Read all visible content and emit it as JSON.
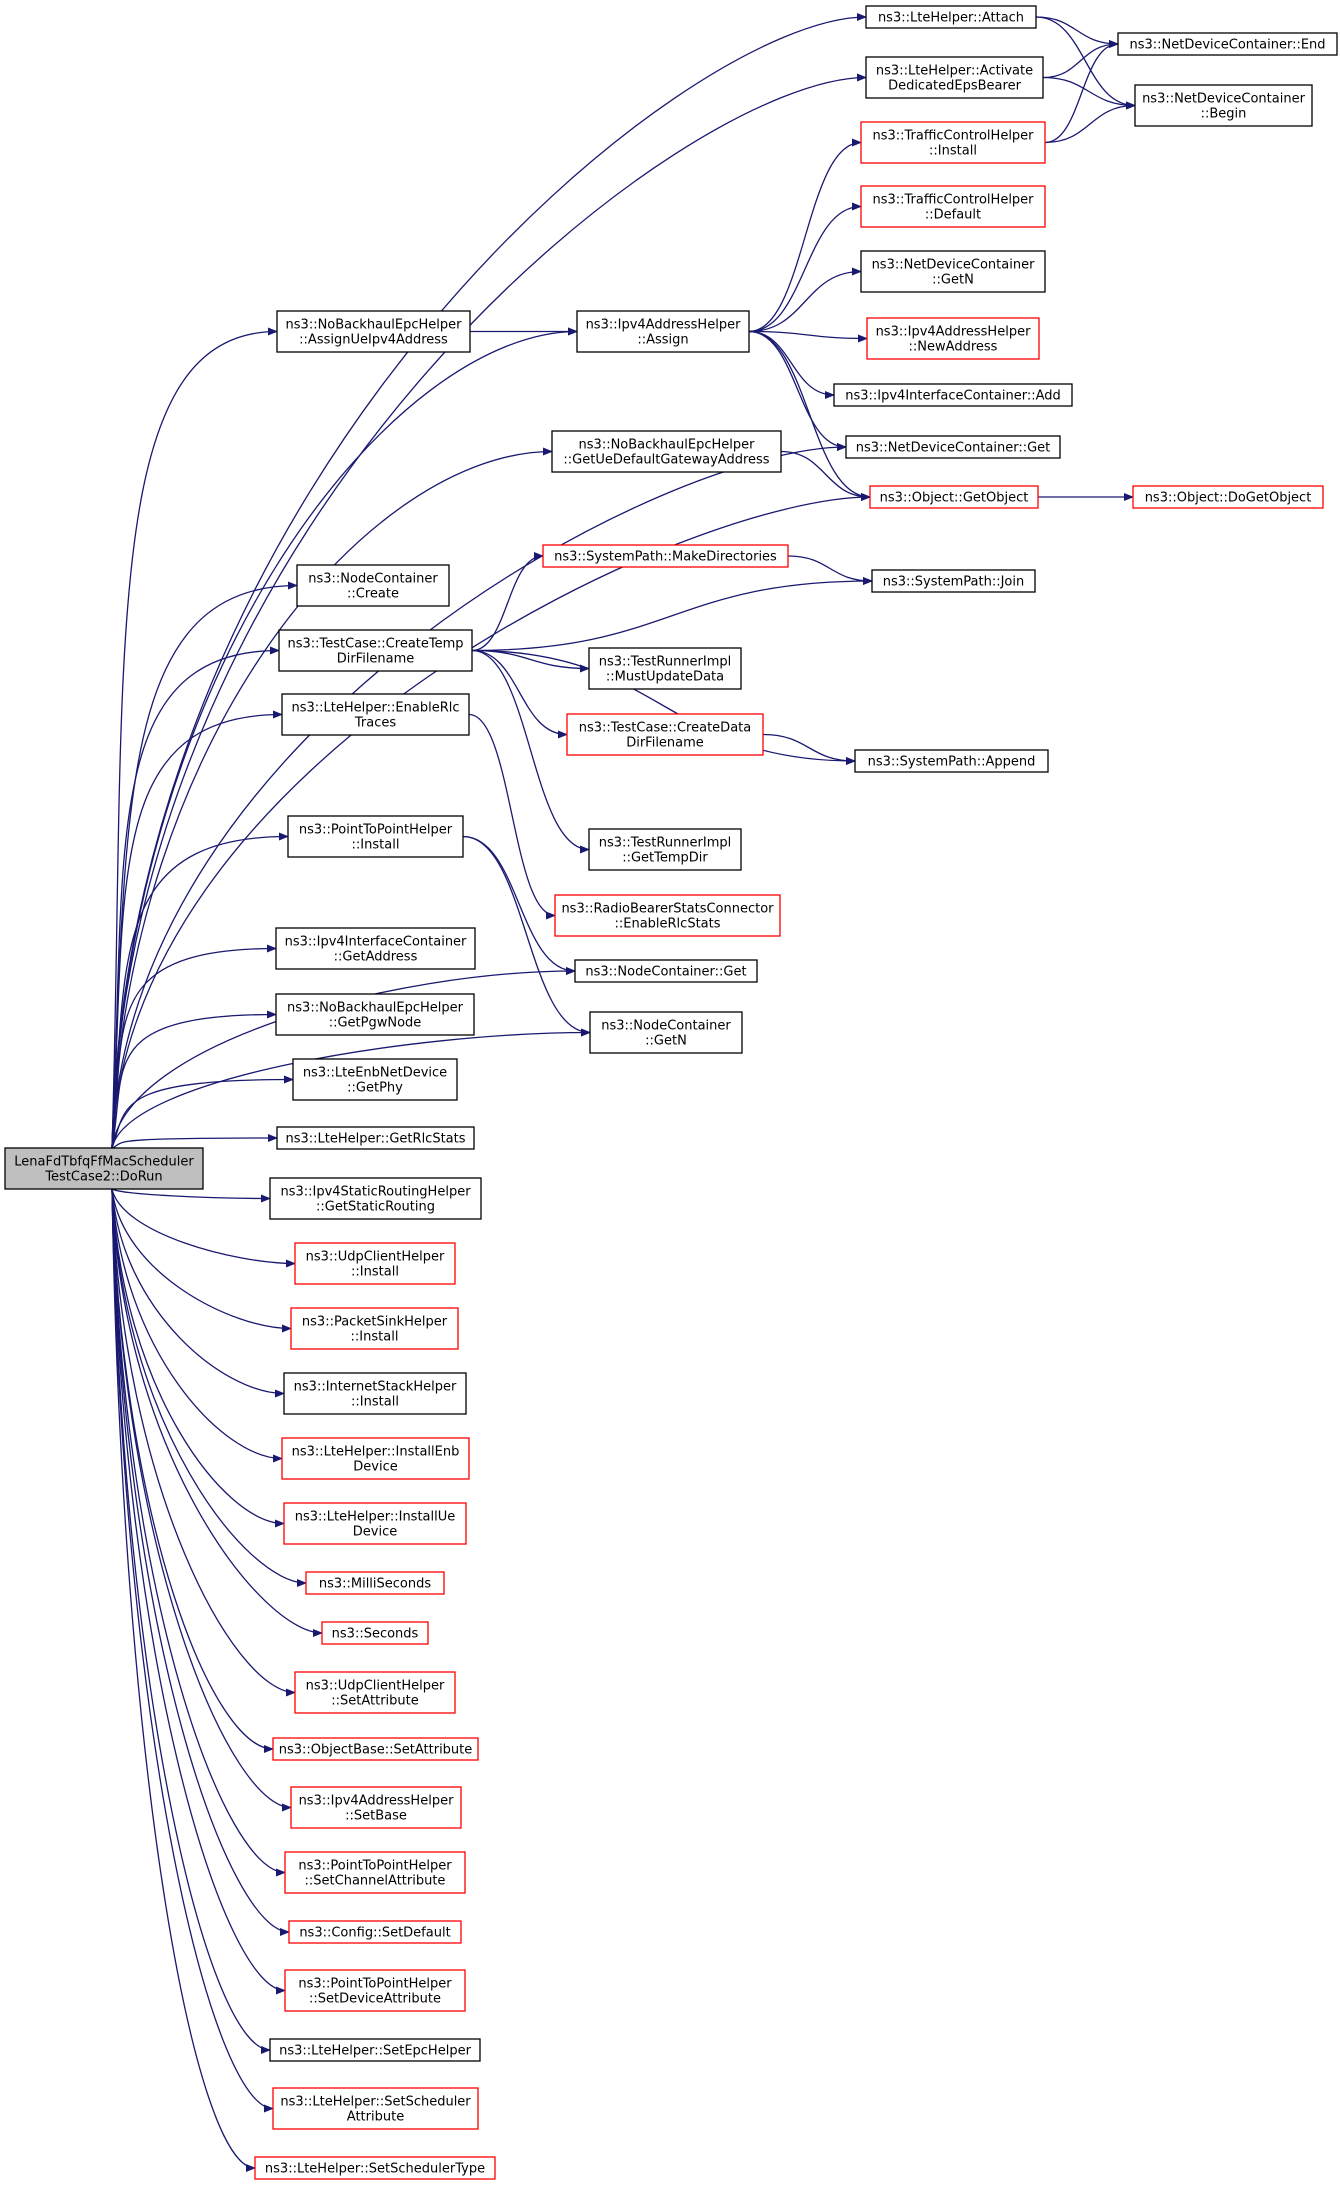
{
  "diagram": {
    "root": "n_root",
    "colors": {
      "edge": "#191970",
      "normal_border": "#000000",
      "linked_border": "#ff0000",
      "root_fill": "#bfbfbf"
    },
    "nodes": [
      {
        "id": "n_root",
        "lines": [
          "LenaFdTbfqFfMacScheduler",
          "TestCase2::DoRun"
        ],
        "style": "root"
      },
      {
        "id": "n_attach",
        "lines": [
          "ns3::LteHelper::Attach"
        ],
        "style": "normal"
      },
      {
        "id": "n_activate",
        "lines": [
          "ns3::LteHelper::Activate",
          "DedicatedEpsBearer"
        ],
        "style": "normal"
      },
      {
        "id": "n_assignue",
        "lines": [
          "ns3::NoBackhaulEpcHelper",
          "::AssignUeIpv4Address"
        ],
        "style": "normal"
      },
      {
        "id": "n_ipv4assign",
        "lines": [
          "ns3::Ipv4AddressHelper",
          "::Assign"
        ],
        "style": "normal"
      },
      {
        "id": "n_ndcend",
        "lines": [
          "ns3::NetDeviceContainer::End"
        ],
        "style": "normal"
      },
      {
        "id": "n_ndcbegin",
        "lines": [
          "ns3::NetDeviceContainer",
          "::Begin"
        ],
        "style": "normal"
      },
      {
        "id": "n_tchinstall",
        "lines": [
          "ns3::TrafficControlHelper",
          "::Install"
        ],
        "style": "red"
      },
      {
        "id": "n_tchdefault",
        "lines": [
          "ns3::TrafficControlHelper",
          "::Default"
        ],
        "style": "red"
      },
      {
        "id": "n_ndcgetn",
        "lines": [
          "ns3::NetDeviceContainer",
          "::GetN"
        ],
        "style": "normal"
      },
      {
        "id": "n_newaddress",
        "lines": [
          "ns3::Ipv4AddressHelper",
          "::NewAddress"
        ],
        "style": "red"
      },
      {
        "id": "n_iicadd",
        "lines": [
          "ns3::Ipv4InterfaceContainer::Add"
        ],
        "style": "normal"
      },
      {
        "id": "n_ndcget",
        "lines": [
          "ns3::NetDeviceContainer::Get"
        ],
        "style": "normal"
      },
      {
        "id": "n_getuegw",
        "lines": [
          "ns3::NoBackhaulEpcHelper",
          "::GetUeDefaultGatewayAddress"
        ],
        "style": "normal"
      },
      {
        "id": "n_getobject",
        "lines": [
          "ns3::Object::GetObject"
        ],
        "style": "red"
      },
      {
        "id": "n_dogetobject",
        "lines": [
          "ns3::Object::DoGetObject"
        ],
        "style": "red"
      },
      {
        "id": "n_nccreate",
        "lines": [
          "ns3::NodeContainer",
          "::Create"
        ],
        "style": "normal"
      },
      {
        "id": "n_createtemp",
        "lines": [
          "ns3::TestCase::CreateTemp",
          "DirFilename"
        ],
        "style": "normal"
      },
      {
        "id": "n_makedirs",
        "lines": [
          "ns3::SystemPath::MakeDirectories"
        ],
        "style": "red"
      },
      {
        "id": "n_join",
        "lines": [
          "ns3::SystemPath::Join"
        ],
        "style": "normal"
      },
      {
        "id": "n_mustupdate",
        "lines": [
          "ns3::TestRunnerImpl",
          "::MustUpdateData"
        ],
        "style": "normal"
      },
      {
        "id": "n_createdata",
        "lines": [
          "ns3::TestCase::CreateData",
          "DirFilename"
        ],
        "style": "red"
      },
      {
        "id": "n_append",
        "lines": [
          "ns3::SystemPath::Append"
        ],
        "style": "normal"
      },
      {
        "id": "n_gettempdir",
        "lines": [
          "ns3::TestRunnerImpl",
          "::GetTempDir"
        ],
        "style": "normal"
      },
      {
        "id": "n_enablerlc",
        "lines": [
          "ns3::LteHelper::EnableRlc",
          "Traces"
        ],
        "style": "normal"
      },
      {
        "id": "n_rbsc",
        "lines": [
          "ns3::RadioBearerStatsConnector",
          "::EnableRlcStats"
        ],
        "style": "red"
      },
      {
        "id": "n_p2pinstall",
        "lines": [
          "ns3::PointToPointHelper",
          "::Install"
        ],
        "style": "normal"
      },
      {
        "id": "n_ncget",
        "lines": [
          "ns3::NodeContainer::Get"
        ],
        "style": "normal"
      },
      {
        "id": "n_ncgetn",
        "lines": [
          "ns3::NodeContainer",
          "::GetN"
        ],
        "style": "normal"
      },
      {
        "id": "n_iicgetaddr",
        "lines": [
          "ns3::Ipv4InterfaceContainer",
          "::GetAddress"
        ],
        "style": "normal"
      },
      {
        "id": "n_getpgw",
        "lines": [
          "ns3::NoBackhaulEpcHelper",
          "::GetPgwNode"
        ],
        "style": "normal"
      },
      {
        "id": "n_getphy",
        "lines": [
          "ns3::LteEnbNetDevice",
          "::GetPhy"
        ],
        "style": "normal"
      },
      {
        "id": "n_getrlcstats",
        "lines": [
          "ns3::LteHelper::GetRlcStats"
        ],
        "style": "normal"
      },
      {
        "id": "n_getstaticrouting",
        "lines": [
          "ns3::Ipv4StaticRoutingHelper",
          "::GetStaticRouting"
        ],
        "style": "normal"
      },
      {
        "id": "n_udpinstall",
        "lines": [
          "ns3::UdpClientHelper",
          "::Install"
        ],
        "style": "red"
      },
      {
        "id": "n_psinstall",
        "lines": [
          "ns3::PacketSinkHelper",
          "::Install"
        ],
        "style": "red"
      },
      {
        "id": "n_ishinstall",
        "lines": [
          "ns3::InternetStackHelper",
          "::Install"
        ],
        "style": "normal"
      },
      {
        "id": "n_installenb",
        "lines": [
          "ns3::LteHelper::InstallEnb",
          "Device"
        ],
        "style": "red"
      },
      {
        "id": "n_installue",
        "lines": [
          "ns3::LteHelper::InstallUe",
          "Device"
        ],
        "style": "red"
      },
      {
        "id": "n_millis",
        "lines": [
          "ns3::MilliSeconds"
        ],
        "style": "red"
      },
      {
        "id": "n_seconds",
        "lines": [
          "ns3::Seconds"
        ],
        "style": "red"
      },
      {
        "id": "n_udpsetattr",
        "lines": [
          "ns3::UdpClientHelper",
          "::SetAttribute"
        ],
        "style": "red"
      },
      {
        "id": "n_obsetattr",
        "lines": [
          "ns3::ObjectBase::SetAttribute"
        ],
        "style": "red"
      },
      {
        "id": "n_setbase",
        "lines": [
          "ns3::Ipv4AddressHelper",
          "::SetBase"
        ],
        "style": "red"
      },
      {
        "id": "n_setchanattr",
        "lines": [
          "ns3::PointToPointHelper",
          "::SetChannelAttribute"
        ],
        "style": "red"
      },
      {
        "id": "n_setdefault",
        "lines": [
          "ns3::Config::SetDefault"
        ],
        "style": "red"
      },
      {
        "id": "n_setdevattr",
        "lines": [
          "ns3::PointToPointHelper",
          "::SetDeviceAttribute"
        ],
        "style": "red"
      },
      {
        "id": "n_setepc",
        "lines": [
          "ns3::LteHelper::SetEpcHelper"
        ],
        "style": "normal"
      },
      {
        "id": "n_setschedattr",
        "lines": [
          "ns3::LteHelper::SetScheduler",
          "Attribute"
        ],
        "style": "red"
      },
      {
        "id": "n_setschedtype",
        "lines": [
          "ns3::LteHelper::SetSchedulerType"
        ],
        "style": "red"
      }
    ],
    "edges": [
      [
        "n_root",
        "n_attach"
      ],
      [
        "n_root",
        "n_activate"
      ],
      [
        "n_root",
        "n_assignue"
      ],
      [
        "n_root",
        "n_ipv4assign"
      ],
      [
        "n_root",
        "n_ndcget"
      ],
      [
        "n_root",
        "n_getuegw"
      ],
      [
        "n_root",
        "n_getobject"
      ],
      [
        "n_root",
        "n_nccreate"
      ],
      [
        "n_root",
        "n_createtemp"
      ],
      [
        "n_root",
        "n_enablerlc"
      ],
      [
        "n_root",
        "n_ncget"
      ],
      [
        "n_root",
        "n_p2pinstall"
      ],
      [
        "n_root",
        "n_ncgetn"
      ],
      [
        "n_root",
        "n_iicgetaddr"
      ],
      [
        "n_root",
        "n_getpgw"
      ],
      [
        "n_root",
        "n_getphy"
      ],
      [
        "n_root",
        "n_getrlcstats"
      ],
      [
        "n_root",
        "n_getstaticrouting"
      ],
      [
        "n_root",
        "n_udpinstall"
      ],
      [
        "n_root",
        "n_psinstall"
      ],
      [
        "n_root",
        "n_ishinstall"
      ],
      [
        "n_root",
        "n_installenb"
      ],
      [
        "n_root",
        "n_installue"
      ],
      [
        "n_root",
        "n_millis"
      ],
      [
        "n_root",
        "n_seconds"
      ],
      [
        "n_root",
        "n_udpsetattr"
      ],
      [
        "n_root",
        "n_obsetattr"
      ],
      [
        "n_root",
        "n_setbase"
      ],
      [
        "n_root",
        "n_setchanattr"
      ],
      [
        "n_root",
        "n_setdefault"
      ],
      [
        "n_root",
        "n_setdevattr"
      ],
      [
        "n_root",
        "n_setepc"
      ],
      [
        "n_root",
        "n_setschedattr"
      ],
      [
        "n_root",
        "n_setschedtype"
      ],
      [
        "n_attach",
        "n_ndcend"
      ],
      [
        "n_attach",
        "n_ndcbegin"
      ],
      [
        "n_activate",
        "n_ndcend"
      ],
      [
        "n_activate",
        "n_ndcbegin"
      ],
      [
        "n_assignue",
        "n_ipv4assign"
      ],
      [
        "n_ipv4assign",
        "n_tchinstall"
      ],
      [
        "n_ipv4assign",
        "n_tchdefault"
      ],
      [
        "n_ipv4assign",
        "n_ndcgetn"
      ],
      [
        "n_ipv4assign",
        "n_newaddress"
      ],
      [
        "n_ipv4assign",
        "n_iicadd"
      ],
      [
        "n_ipv4assign",
        "n_ndcget"
      ],
      [
        "n_ipv4assign",
        "n_getobject"
      ],
      [
        "n_tchinstall",
        "n_ndcend"
      ],
      [
        "n_tchinstall",
        "n_ndcbegin"
      ],
      [
        "n_getuegw",
        "n_getobject"
      ],
      [
        "n_getobject",
        "n_dogetobject"
      ],
      [
        "n_createtemp",
        "n_makedirs"
      ],
      [
        "n_createtemp",
        "n_join"
      ],
      [
        "n_createtemp",
        "n_mustupdate"
      ],
      [
        "n_createtemp",
        "n_createdata"
      ],
      [
        "n_createtemp",
        "n_append"
      ],
      [
        "n_createtemp",
        "n_gettempdir"
      ],
      [
        "n_makedirs",
        "n_join"
      ],
      [
        "n_createdata",
        "n_append"
      ],
      [
        "n_enablerlc",
        "n_rbsc"
      ],
      [
        "n_p2pinstall",
        "n_ncget"
      ],
      [
        "n_p2pinstall",
        "n_ncgetn"
      ]
    ]
  }
}
